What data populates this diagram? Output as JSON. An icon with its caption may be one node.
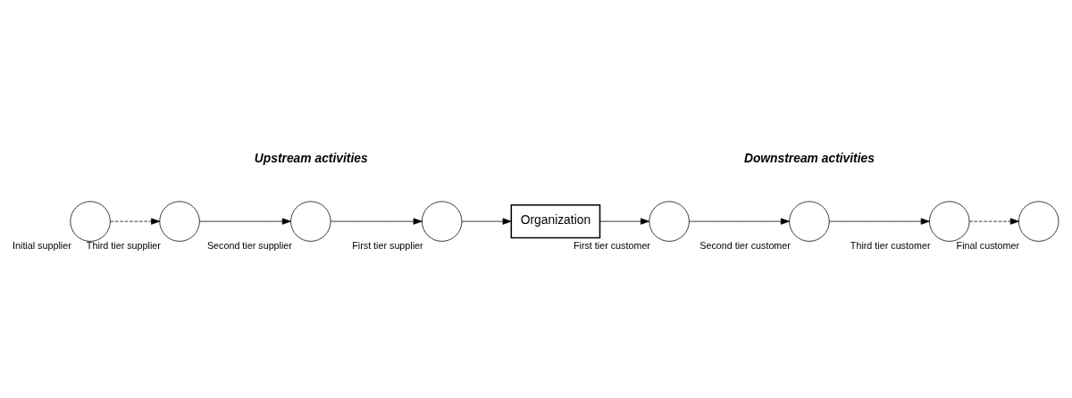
{
  "diagram": {
    "nodes": [
      {
        "text": [],
        "shape": "circle",
        "beside": [
          "Initial supplier"
        ]
      },
      {
        "text": [],
        "shape": "circle",
        "beside": [
          "Third tier supplier"
        ]
      },
      {
        "text": [],
        "shape": "circle",
        "beside": [
          "Second tier supplier"
        ]
      },
      {
        "text": [],
        "shape": "circle",
        "beside": [
          "First tier supplier"
        ]
      },
      {
        "text": [
          "Organization"
        ]
      },
      {
        "text": [],
        "shape": "circle",
        "beside": [
          "First tier customer"
        ]
      },
      {
        "text": [],
        "shape": "circle",
        "beside": [
          "Second tier customer"
        ]
      },
      {
        "text": [],
        "shape": "circle",
        "beside": [
          "Third tier customer"
        ]
      },
      {
        "text": [],
        "shape": "circle",
        "beside": [
          "Final customer"
        ]
      }
    ],
    "edges": [
      {
        "from": 0,
        "to": 1,
        "arrow": "to",
        "style": "dashed"
      },
      {
        "from": 1,
        "to": 2,
        "arrow": "to"
      },
      {
        "from": 2,
        "to": 3,
        "arrow": "to"
      },
      {
        "from": 3,
        "to": 4,
        "arrow": "to"
      },
      {
        "from": 4,
        "to": 5,
        "arrow": "to"
      },
      {
        "from": 5,
        "to": 6,
        "arrow": "to"
      },
      {
        "from": 6,
        "to": 7,
        "arrow": "to"
      },
      {
        "from": 7,
        "to": 8,
        "arrow": "to",
        "style": "dashed"
      }
    ],
    "labels": [
      "Upstream activities",
      "Downstream activities"
    ]
  }
}
